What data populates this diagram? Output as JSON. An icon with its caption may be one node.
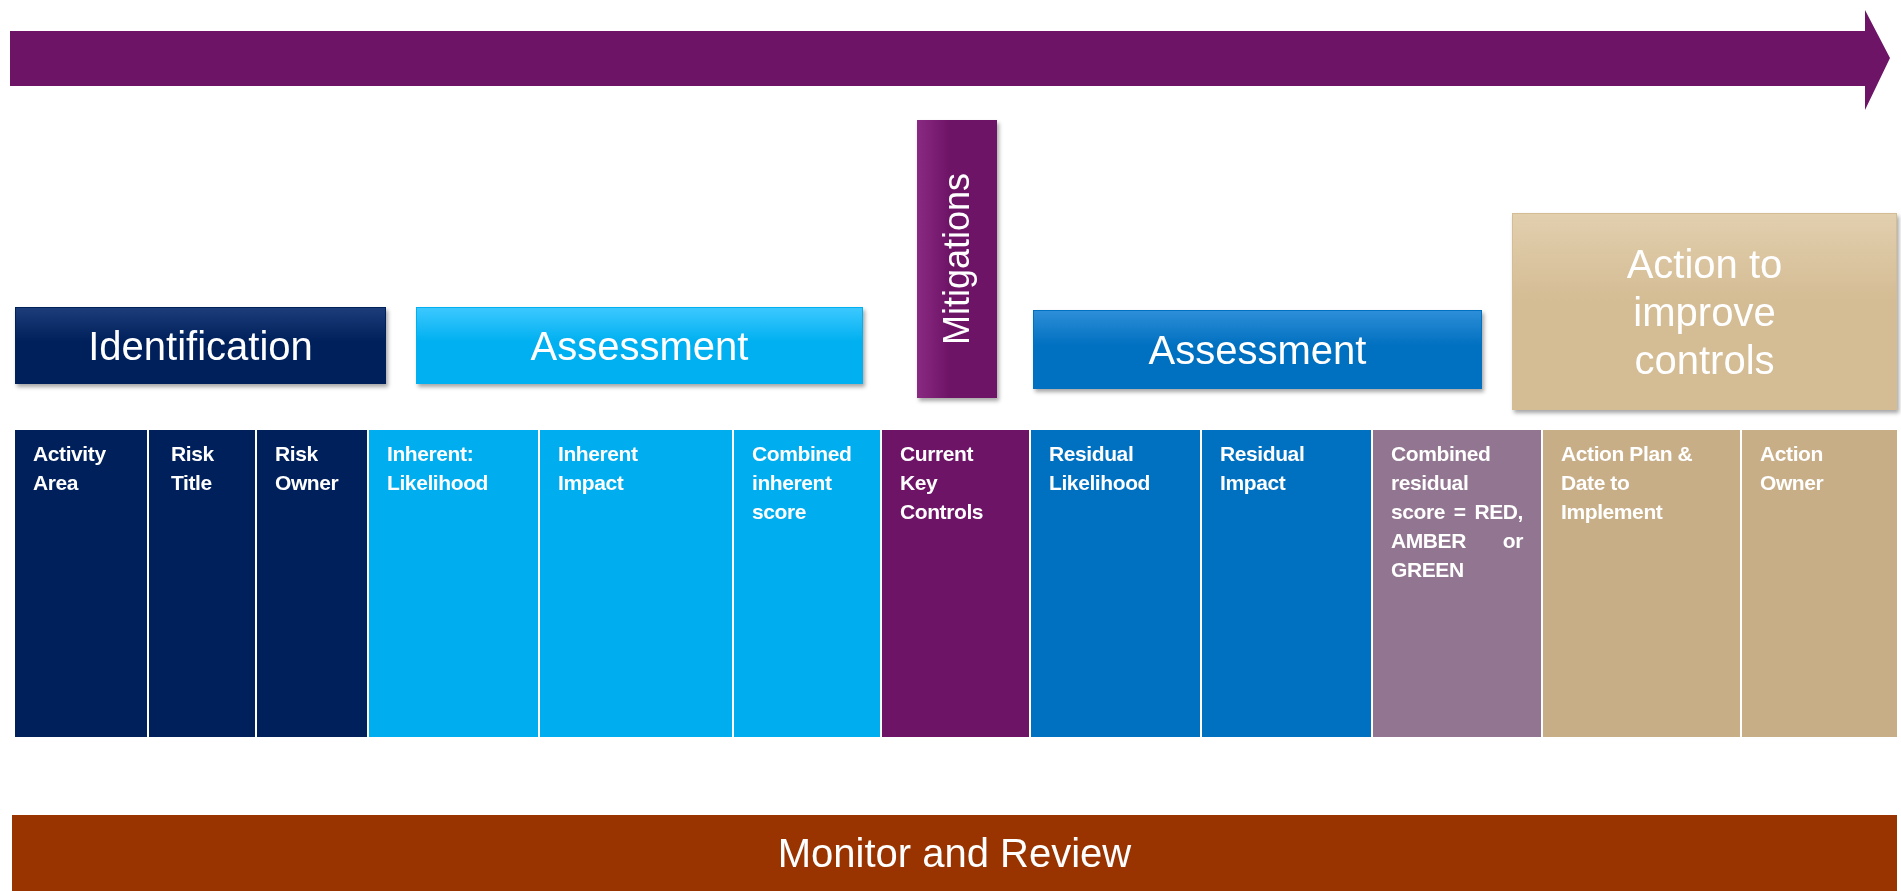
{
  "diagram": {
    "nodes": [
      {
        "text": [
          "Identification"
        ]
      },
      {
        "text": [
          "Assessment"
        ]
      },
      {
        "text": [
          "Mitigations"
        ]
      },
      {
        "text": [
          "Assessment"
        ]
      },
      {
        "text": [
          "Action to improve controls"
        ]
      },
      {
        "text": [
          "Activity Area"
        ]
      },
      {
        "text": [
          "Risk Title"
        ]
      },
      {
        "text": [
          "Risk Owner"
        ]
      },
      {
        "text": [
          "Inherent: Likelihood"
        ]
      },
      {
        "text": [
          "Inherent Impact"
        ]
      },
      {
        "text": [
          "Combined inherent score"
        ]
      },
      {
        "text": [
          "Current Key Controls"
        ]
      },
      {
        "text": [
          "Residual Likelihood"
        ]
      },
      {
        "text": [
          "Residual Impact"
        ]
      },
      {
        "text": [
          "Combined residual score = RED, AMBER or GREEN"
        ]
      },
      {
        "text": [
          "Action Plan & Date to Implement"
        ]
      },
      {
        "text": [
          "Action Owner"
        ]
      },
      {
        "text": [
          "Monitor and Review"
        ]
      }
    ]
  }
}
